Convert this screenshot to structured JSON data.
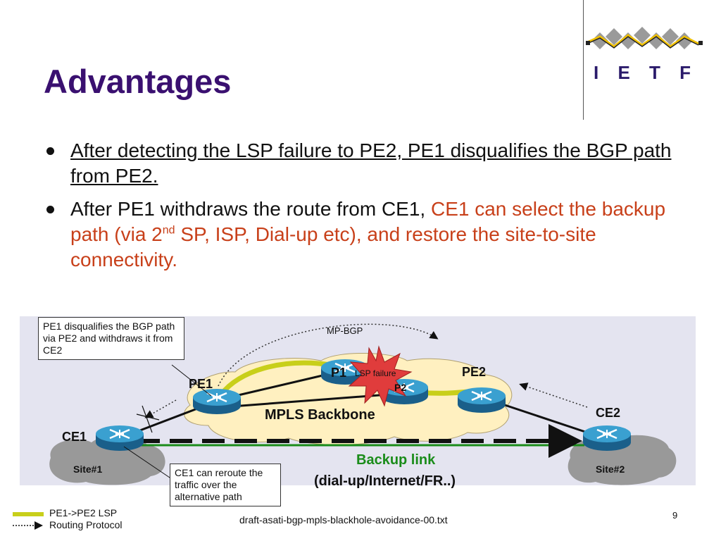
{
  "slide": {
    "title": "Advantages",
    "bullets": [
      {
        "text": "After detecting the LSP failure to PE2, PE1 disqualifies the BGP path from PE2."
      },
      {
        "black": "After PE1 withdraws the route from CE1, ",
        "red_a": "CE1 can select the backup path (via 2",
        "sup": "nd",
        "red_b": " SP, ISP, Dial-up etc), and restore the site-to-site connectivity."
      }
    ],
    "page_number": "9",
    "footer_text": "draft-asati-bgp-mpls-blackhole-avoidance-00.txt"
  },
  "logo": {
    "text": "I E T F"
  },
  "diagram": {
    "callout_pe1": "PE1 disqualifies the BGP path via PE2 and withdraws it from CE2",
    "callout_ce1": "CE1 can reroute the traffic over the alternative path",
    "mp_bgp": "MP-BGP",
    "lsp_failure": "LSP failure",
    "mpls_backbone": "MPLS Backbone",
    "backup_link": "Backup link",
    "backup_detail": "(dial-up/Internet/FR..)",
    "routers": {
      "pe1": "PE1",
      "pe2": "PE2",
      "p1": "P1",
      "p2": "P2",
      "ce1": "CE1",
      "ce2": "CE2"
    },
    "sites": {
      "site1": "Site#1",
      "site2": "Site#2"
    }
  },
  "legend": {
    "lsp": "PE1->PE2 LSP",
    "routing": "Routing Protocol"
  },
  "colors": {
    "title": "#3a1070",
    "accent_red": "#c8401a",
    "lsp_line": "#c8cf1a",
    "backup_green": "#1a8c1a",
    "router_blue": "#2a8cc0",
    "cloud": "#fff0c0"
  }
}
